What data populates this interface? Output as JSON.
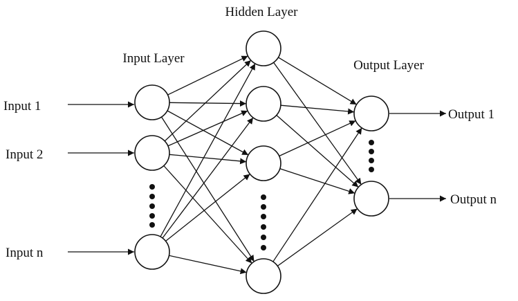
{
  "layers": {
    "input": {
      "title": "Input Layer",
      "inputs": [
        "Input 1",
        "Input 2",
        "Input n"
      ]
    },
    "hidden": {
      "title": "Hidden Layer"
    },
    "output": {
      "title": "Output Layer",
      "outputs": [
        "Output 1",
        "Output n"
      ]
    }
  }
}
